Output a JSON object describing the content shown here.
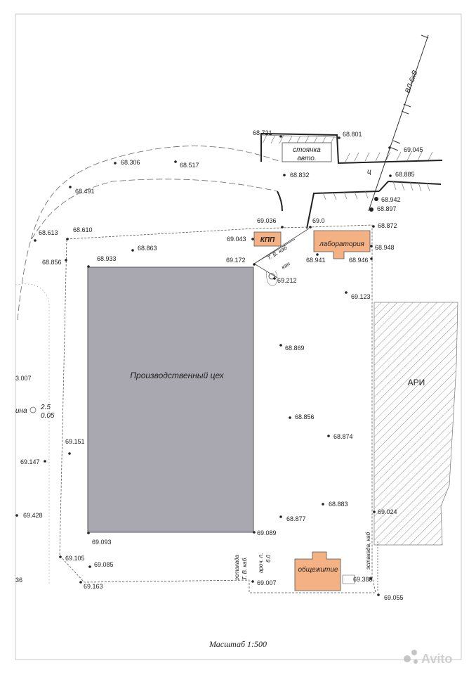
{
  "labels": {
    "line": "ВЛ-6кВ",
    "parking_1": "стоянка",
    "parking_2": "авто.",
    "ts": "ц",
    "kpp": "КПП",
    "lab": "лаборатория",
    "tvkab": "Т. В. каб",
    "kan": "кан",
    "factory": "Производственный цех",
    "ari": "АРИ",
    "dorm": "общежитие",
    "est_left_1": "эстакада",
    "est_left_2": "Т. В. каб.",
    "arch_1": "арoч. п.",
    "arch_2": "6.0",
    "est_right": "эстакада, каб",
    "tree_1": "2.5",
    "tree_2": "0.05",
    "edge_1": "ина",
    "edge_2": "3.007",
    "edge_3": "36",
    "scale": "Масштаб 1:500",
    "watermark": "Avito"
  },
  "elevations": [
    "68.721",
    "68.801",
    "68.306",
    "68.517",
    "69.045",
    "68.832",
    "68.885",
    "68.491",
    "68.942",
    "68.897",
    "69.036",
    "69.0",
    "68.872",
    "68.613",
    "68.610",
    "69.043",
    "68.948",
    "68.863",
    "68.856",
    "68.933",
    "69.172",
    "68.941",
    "68.946",
    "69.212",
    "69.123",
    "68.869",
    "68.856",
    "68.874",
    "69.151",
    "69.147",
    "68.883",
    "69.024",
    "68.877",
    "69.428",
    "69.089",
    "69.093",
    "69.105",
    "69.085",
    "69.163",
    "69.007",
    "69.388",
    "69.055"
  ]
}
